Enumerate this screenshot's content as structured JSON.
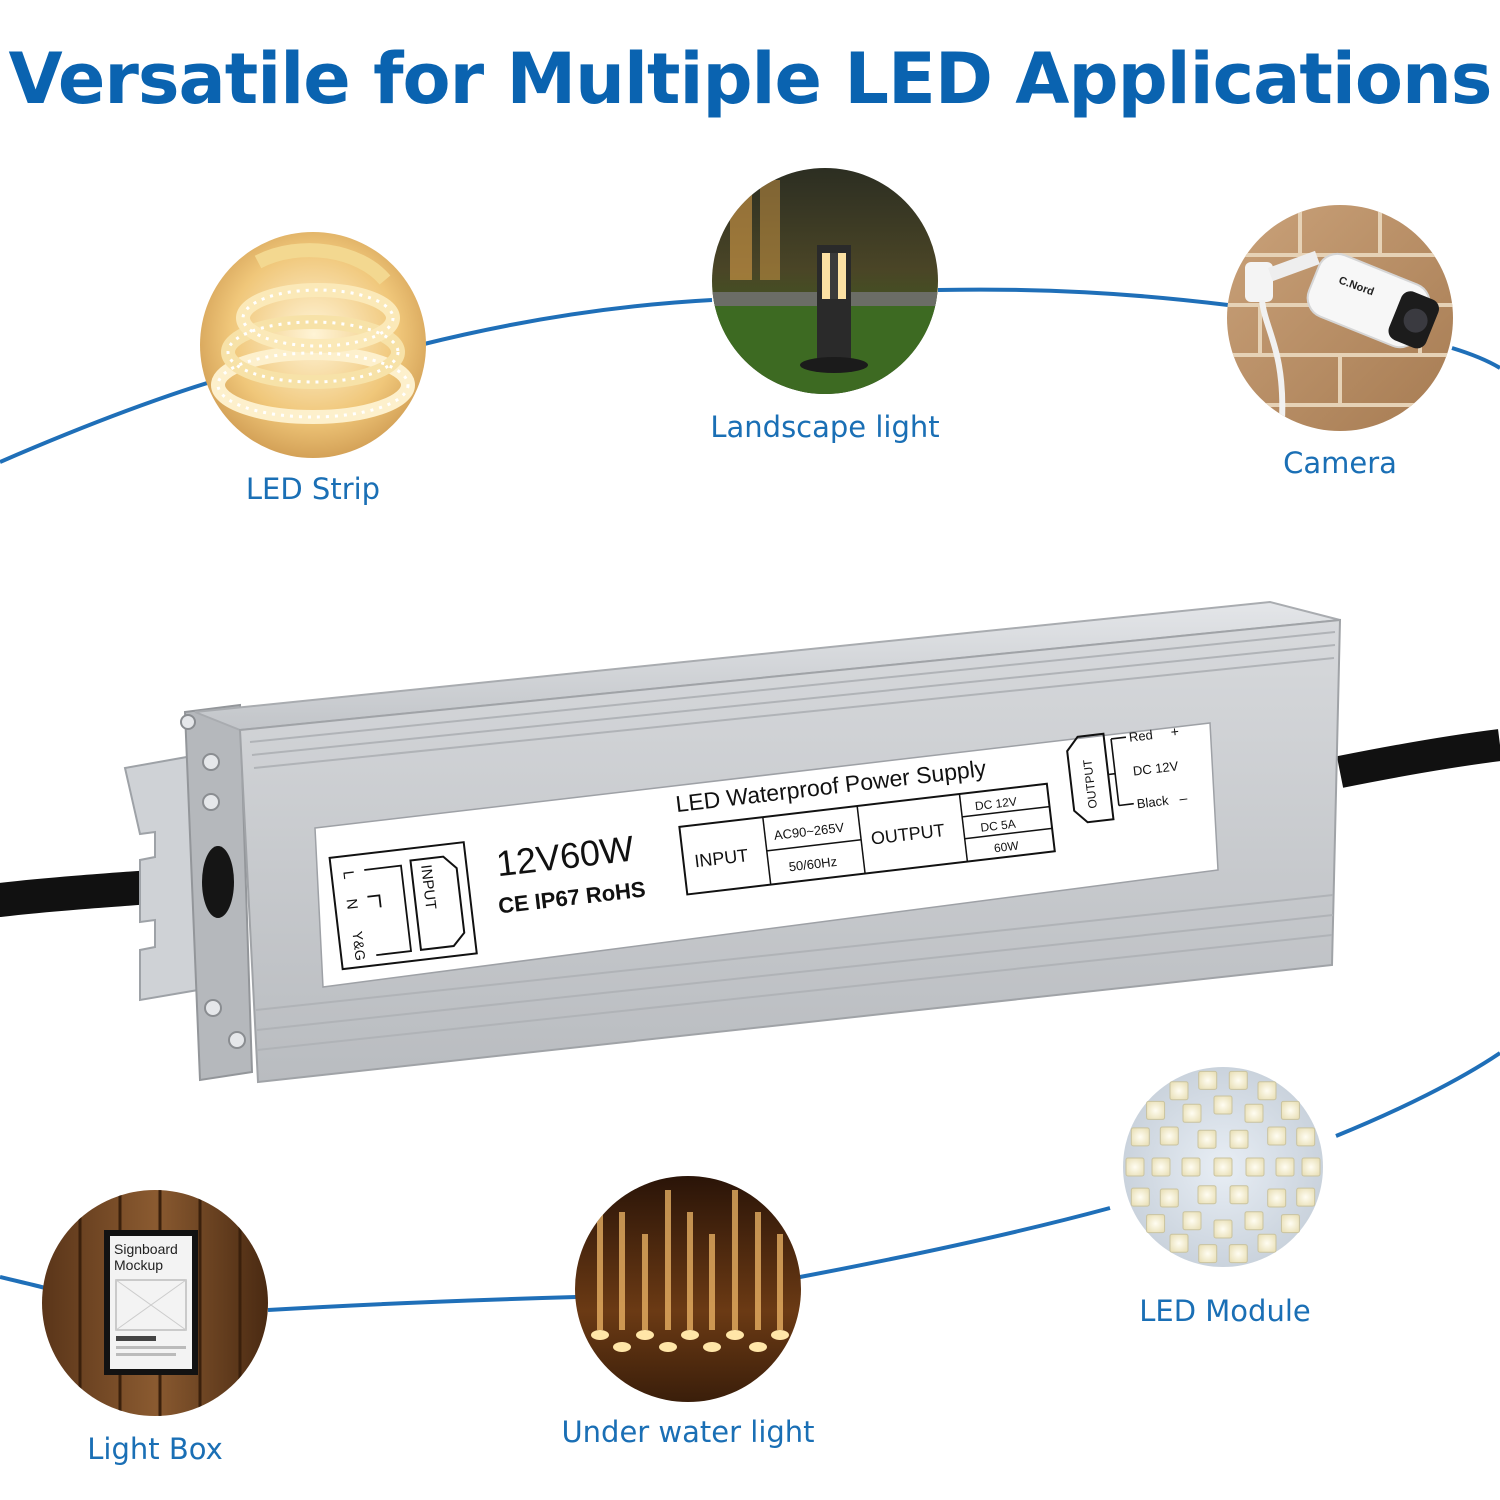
{
  "title": "Versatile for Multiple LED Applications",
  "applications": {
    "led_strip": "LED Strip",
    "landscape_light": "Landscape light",
    "camera": "Camera",
    "led_module": "LED Module",
    "light_box": "Light Box",
    "under_water_light": "Under water light"
  },
  "camera_brand": "C.Nord",
  "signboard": {
    "line1": "Signboard",
    "line2": "Mockup"
  },
  "power_supply": {
    "model": "12V60W",
    "certifications": "CE IP67 RoHS",
    "product_name": "LED Waterproof Power Supply",
    "input_label": "INPUT",
    "input_voltage": "AC90~265V",
    "input_frequency": "50/60Hz",
    "output_label": "OUTPUT",
    "output_voltage": "DC 12V",
    "output_current": "DC 5A",
    "output_power": "60W",
    "input_terminals": {
      "l": "L",
      "n": "N",
      "ground": "Y&G",
      "box": "INPUT"
    },
    "output_terminals": {
      "red": "Red",
      "plus": "+",
      "dc": "DC 12V",
      "black": "Black",
      "minus": "–",
      "box": "OUTPUT"
    }
  },
  "colors": {
    "title_blue": "#0a63b0",
    "label_blue": "#1a6fb5",
    "line_blue": "#1f6fb8",
    "housing_silver": "#c9ccd0",
    "cable_black": "#111111"
  },
  "icons": [
    "led-strip-photo",
    "landscape-light-photo",
    "camera-photo",
    "led-module-photo",
    "light-box-photo",
    "under-water-light-photo"
  ]
}
